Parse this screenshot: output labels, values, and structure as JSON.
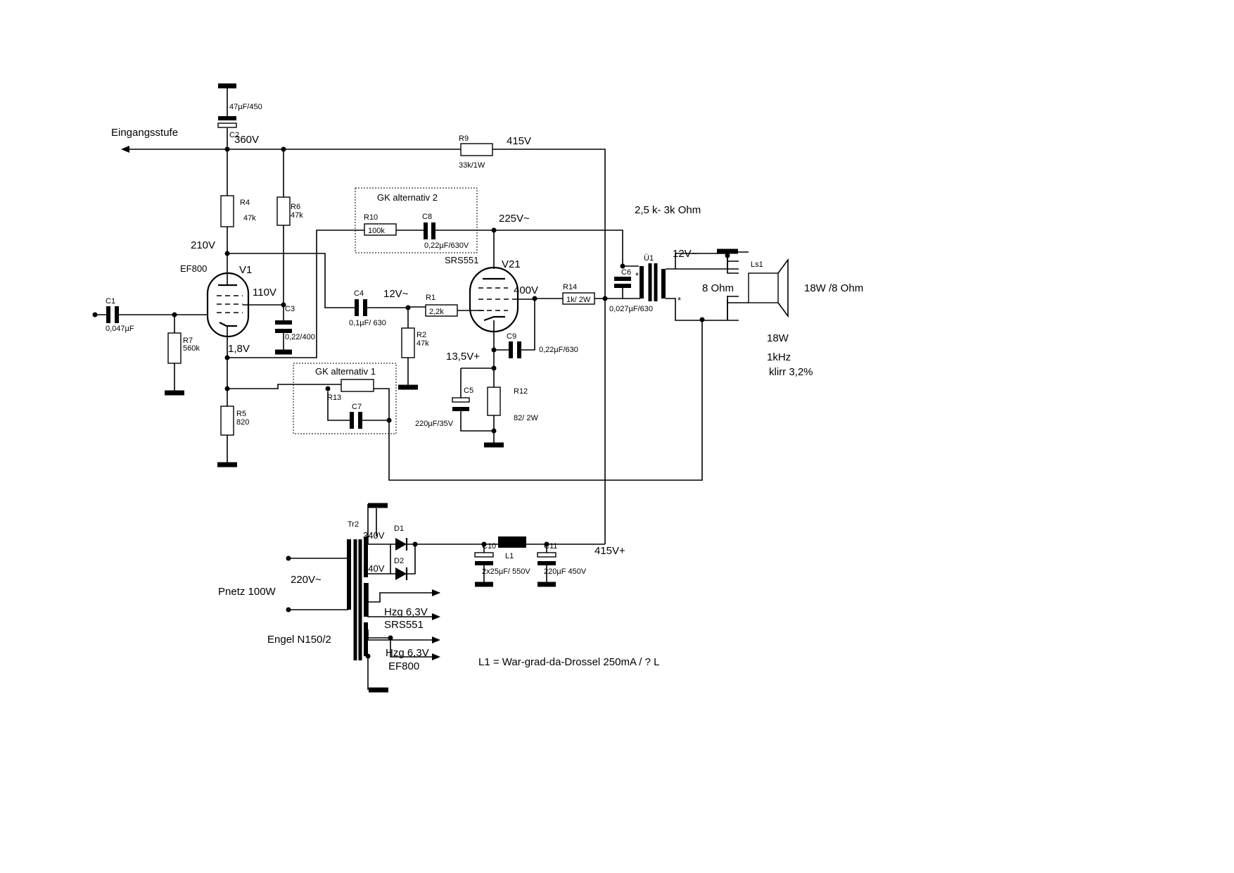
{
  "signals": {
    "input_stage": "Eingangsstufe",
    "v360": "360V",
    "v415": "415V",
    "v210": "210V",
    "v110": "110V",
    "v1_8": "1,8V",
    "v12ac_grid": "12V~",
    "v225ac": "225V~",
    "v400": "400V",
    "v13_5": "13,5V+",
    "v12ac_sec": "12V~",
    "v415plus": "415V+",
    "v220ac": "220V~",
    "v340_a": "340V",
    "v340_b": "340V"
  },
  "components": {
    "c2": {
      "ref": "C2",
      "value": "47µF/450"
    },
    "r9": {
      "ref": "R9",
      "value": "33k/1W"
    },
    "r4": {
      "ref": "R4",
      "value": "47k"
    },
    "r6": {
      "ref": "R6",
      "value": "47k"
    },
    "r10": {
      "ref": "R10",
      "value": "100k"
    },
    "c8": {
      "ref": "C8",
      "value": "0,22µF/630V"
    },
    "v1": {
      "ref": "V1",
      "type": "EF800"
    },
    "v21": {
      "ref": "V21",
      "type": "SRS551"
    },
    "c1": {
      "ref": "C1",
      "value": "0,047µF"
    },
    "c3": {
      "ref": "C3",
      "value": "0,22/400"
    },
    "r7": {
      "ref": "R7",
      "value": "560k"
    },
    "c4": {
      "ref": "C4",
      "value": "0,1µF/ 630"
    },
    "r1": {
      "ref": "R1",
      "value": "2,2k"
    },
    "r2": {
      "ref": "R2",
      "value": "47k"
    },
    "r14": {
      "ref": "R14",
      "value": "1k/ 2W"
    },
    "c6": {
      "ref": "C6",
      "value": "0,027µF/630"
    },
    "u1": {
      "ref": "Ü1"
    },
    "ls1": {
      "ref": "Ls1",
      "impedance": "8 Ohm",
      "rating": "18W /8 Ohm"
    },
    "c9": {
      "ref": "C9",
      "value": "0,22µF/630"
    },
    "c5": {
      "ref": "C5",
      "value": "220µF/35V"
    },
    "r12": {
      "ref": "R12",
      "value": "82/ 2W"
    },
    "r13": {
      "ref": "R13"
    },
    "c7": {
      "ref": "C7"
    },
    "r5": {
      "ref": "R5",
      "value": "820"
    },
    "tr2": {
      "ref": "Tr2",
      "type": "Engel N150/2",
      "primary": "Pnetz 100W"
    },
    "d1": {
      "ref": "D1"
    },
    "d2": {
      "ref": "D2"
    },
    "c10": {
      "ref": "C10",
      "value": "2x25µF/ 550V"
    },
    "l1": {
      "ref": "L1"
    },
    "c11": {
      "ref": "C11",
      "value": "220µF 450V"
    }
  },
  "groups": {
    "gk2": "GK alternativ 2",
    "gk1": "GK alternativ 1"
  },
  "notes": {
    "primary_impedance": "2,5 k- 3k Ohm",
    "power": "18W",
    "freq": "1kHz",
    "thd": "klirr 3,2%",
    "choke_note": "L1 = War-grad-da-Drossel 250mA / ? L",
    "heater1": "Hzg 6,3V",
    "heater1_tube": "SRS551",
    "heater2": "Hzg 6,3V",
    "heater2_tube": "EF800",
    "phase_dot_top": "*",
    "phase_dot_bottom": "*"
  }
}
